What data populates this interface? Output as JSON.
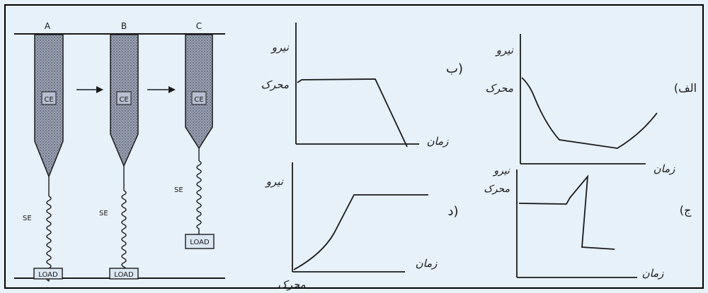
{
  "columns": [
    {
      "label": "A",
      "ce": "CE",
      "se": "SE",
      "load": "LOAD"
    },
    {
      "label": "B",
      "ce": "CE",
      "se": "SE",
      "load": "LOAD"
    },
    {
      "label": "C",
      "ce": "CE",
      "se": "SE",
      "load": "LOAD"
    }
  ],
  "graphs": {
    "alef": {
      "marker": "(الف",
      "ylabel": "نیرو",
      "ylabel2": "محرک",
      "xlabel": "زمان"
    },
    "be": {
      "marker": "ب)",
      "ylabel": "نیرو",
      "ylabel2": "محرک",
      "xlabel": "زمان"
    },
    "jim": {
      "marker": "(ج",
      "ylabel": "نیرو",
      "ylabel2": "محرک",
      "xlabel": "زمان"
    },
    "dal": {
      "marker": "د)",
      "ylabel": "نیرو",
      "ylabel2": "محرک",
      "xlabel": "زمان"
    }
  },
  "colors": {
    "background": "#e6f1fa",
    "ink": "#1a1a1a",
    "ce_fill": "#8e96a8",
    "ce_stipple": "#5a6172"
  }
}
